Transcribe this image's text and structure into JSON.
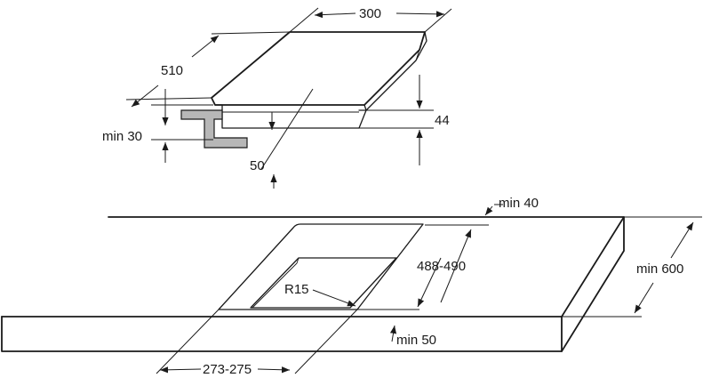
{
  "hob": {
    "width": "300",
    "depth": "510",
    "height": "44",
    "clearance": "50",
    "worktop_thickness": "min 30"
  },
  "cutout": {
    "back_margin": "min 40",
    "depth": "488-490",
    "worktop_depth": "min 600",
    "corner_radius": "R15",
    "front_margin": "min 50",
    "width": "273-275"
  }
}
